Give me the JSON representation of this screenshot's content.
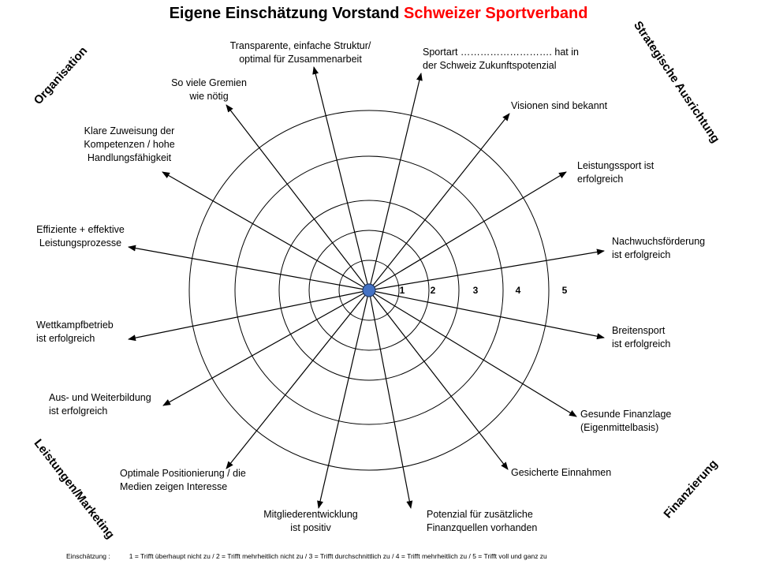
{
  "title": {
    "main": "Eigene Einschätzung Vorstand ",
    "accent": "Schweizer Sportverband",
    "accent_color": "#ff0000"
  },
  "categories": {
    "organisation": "Organisation",
    "strategische_ausrichtung": "Strategische Ausrichtung",
    "leistungen_marketing": "Leistungen/Marketing",
    "finanzierung": "Finanzierung"
  },
  "scale": {
    "levels": [
      1,
      2,
      3,
      4,
      5
    ],
    "labels": [
      "1",
      "2",
      "3",
      "4",
      "5"
    ]
  },
  "spokes": [
    {
      "id": "transparente-struktur",
      "lines": [
        "Transparente, einfache Struktur/",
        "optimal für Zusammenarbeit"
      ]
    },
    {
      "id": "sportart-potenzial",
      "lines": [
        "Sportart ………………………. hat in",
        "der Schweiz Zukunftspotenzial"
      ]
    },
    {
      "id": "visionen",
      "lines": [
        "Visionen sind bekannt"
      ]
    },
    {
      "id": "leistungssport",
      "lines": [
        "Leistungssport ist",
        "erfolgreich"
      ]
    },
    {
      "id": "nachwuchsfoerderung",
      "lines": [
        "Nachwuchsförderung",
        "ist erfolgreich"
      ]
    },
    {
      "id": "breitensport",
      "lines": [
        "Breitensport",
        "ist erfolgreich"
      ]
    },
    {
      "id": "gesunde-finanzlage",
      "lines": [
        "Gesunde Finanzlage",
        "(Eigenmittelbasis)"
      ]
    },
    {
      "id": "gesicherte-einnahmen",
      "lines": [
        "Gesicherte Einnahmen"
      ]
    },
    {
      "id": "potenzial-finanzquellen",
      "lines": [
        "Potenzial für zusätzliche",
        "Finanzquellen vorhanden"
      ]
    },
    {
      "id": "mitgliederentwicklung",
      "lines": [
        "Mitgliederentwicklung",
        "ist positiv"
      ]
    },
    {
      "id": "optimale-positionierung",
      "lines": [
        "Optimale Positionierung / die",
        "Medien zeigen Interesse"
      ]
    },
    {
      "id": "aus-weiterbildung",
      "lines": [
        "Aus- und Weiterbildung",
        "ist erfolgreich"
      ]
    },
    {
      "id": "wettkampfbetrieb",
      "lines": [
        "Wettkampfbetrieb",
        "ist erfolgreich"
      ]
    },
    {
      "id": "effiziente-prozesse",
      "lines": [
        "Effiziente + effektive",
        "Leistungsprozesse"
      ]
    },
    {
      "id": "klare-zuweisung",
      "lines": [
        "Klare Zuweisung der",
        "Kompetenzen / hohe",
        "Handlungsfähigkeit"
      ]
    },
    {
      "id": "gremien",
      "lines": [
        "So viele Gremien",
        "wie nötig"
      ]
    }
  ],
  "footer": {
    "label": "Einschätzung :",
    "text": "1 = Trifft überhaupt nicht zu / 2 = Trifft mehrheitlich nicht zu / 3 = Trifft durchschnittlich zu / 4 = Trifft mehrheitlich zu / 5 = Trifft voll und ganz zu"
  },
  "colors": {
    "center_dot": "#4472c4",
    "lines": "#000000"
  }
}
